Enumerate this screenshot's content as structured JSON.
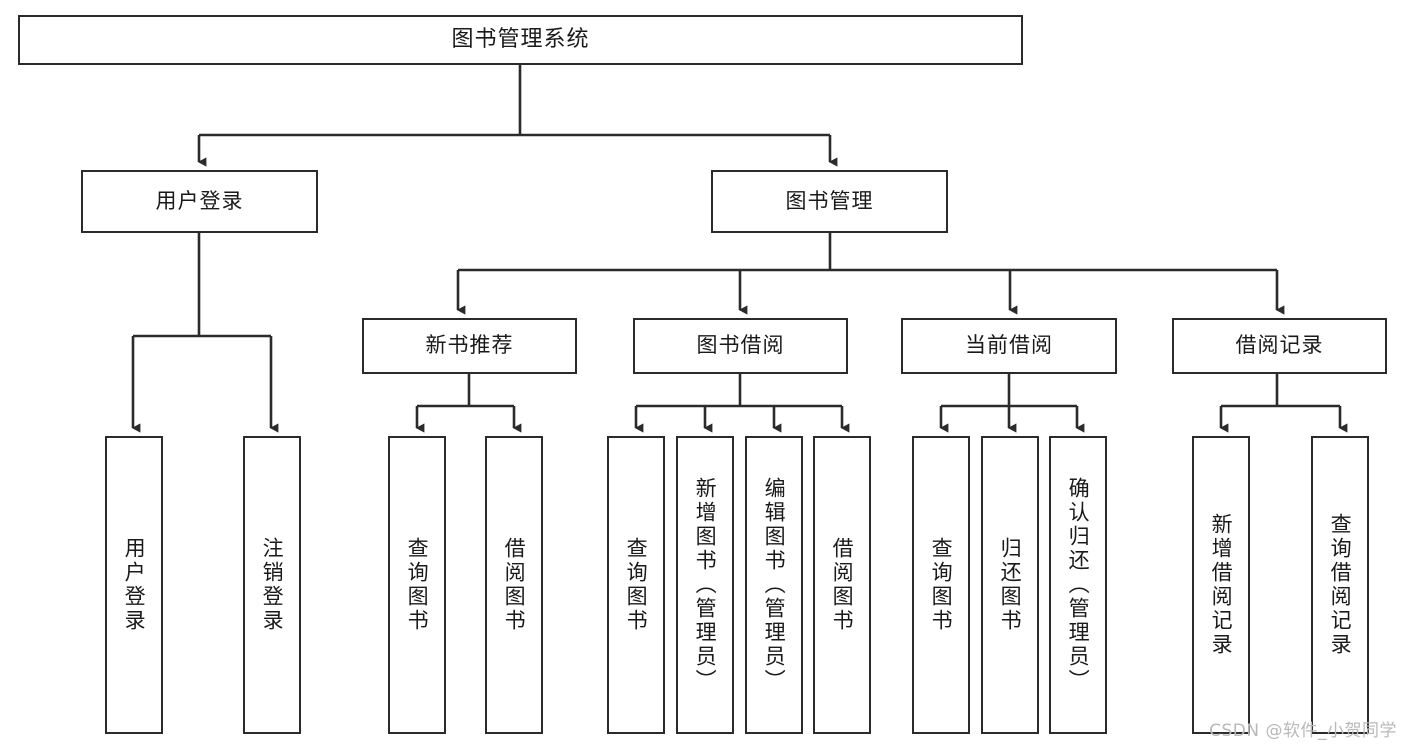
{
  "diagram": {
    "title": "图书管理系统",
    "watermark": "CSDN @软件_小贺同学",
    "line_color": "#2b2b2b",
    "box_fill": "#ffffff",
    "text_color": "#1a1a1a",
    "watermark_color": "#b9b9b9"
  },
  "root": {
    "label": "图书管理系统"
  },
  "tier2": [
    {
      "label": "用户登录"
    },
    {
      "label": "图书管理"
    }
  ],
  "tier3": [
    {
      "label": "新书推荐"
    },
    {
      "label": "图书借阅"
    },
    {
      "label": "当前借阅"
    },
    {
      "label": "借阅记录"
    }
  ],
  "leaves": {
    "user_login": [
      {
        "label": "用户登录"
      },
      {
        "label": "注销登录"
      }
    ],
    "new_book": [
      {
        "label": "查询图书"
      },
      {
        "label": "借阅图书"
      }
    ],
    "book_borrow": [
      {
        "label": "查询图书"
      },
      {
        "label": "新增图书（管理员）"
      },
      {
        "label": "编辑图书（管理员）"
      },
      {
        "label": "借阅图书"
      }
    ],
    "current_borrow": [
      {
        "label": "查询图书"
      },
      {
        "label": "归还图书"
      },
      {
        "label": "确认归还（管理员）"
      }
    ],
    "borrow_record": [
      {
        "label": "新增借阅记录"
      },
      {
        "label": "查询借阅记录"
      }
    ]
  }
}
